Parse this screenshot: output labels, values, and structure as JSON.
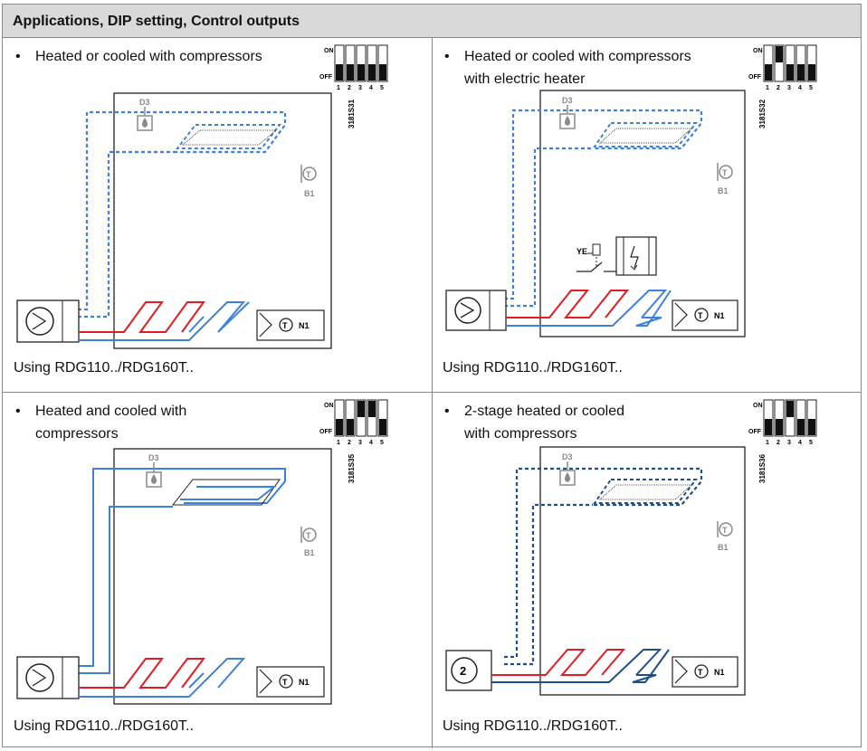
{
  "header": {
    "title": "Applications, DIP setting, Control outputs"
  },
  "dip": {
    "on_label": "ON",
    "off_label": "OFF",
    "numbers": [
      "1",
      "2",
      "3",
      "4",
      "5"
    ]
  },
  "cells": [
    {
      "bullet": "•",
      "lines": [
        "Heated or cooled with compressors"
      ],
      "caption": "Using RDG110../RDG160T..",
      "code": "3181S31",
      "dip_on": [
        false,
        false,
        false,
        false,
        false
      ],
      "room": {
        "d3": "D3",
        "b1": "B1",
        "n1": "N1"
      },
      "compressor": "single",
      "heater": false
    },
    {
      "bullet": "•",
      "lines": [
        "Heated or cooled with compressors",
        "with electric heater"
      ],
      "caption": "Using RDG110../RDG160T..",
      "code": "3181S32",
      "dip_on": [
        false,
        true,
        false,
        false,
        false
      ],
      "room": {
        "d3": "D3",
        "b1": "B1",
        "n1": "N1"
      },
      "heater_label": "YE",
      "compressor": "single",
      "heater": true
    },
    {
      "bullet": "•",
      "lines": [
        "Heated and cooled with",
        "compressors"
      ],
      "caption": "Using RDG110../RDG160T..",
      "code": "3181S35",
      "dip_on": [
        false,
        false,
        true,
        true,
        false
      ],
      "room": {
        "d3": "D3",
        "b1": "B1",
        "n1": "N1"
      },
      "compressor": "single",
      "heater": false
    },
    {
      "bullet": "•",
      "lines": [
        "2-stage heated or cooled",
        "with compressors"
      ],
      "caption": "Using RDG110../RDG160T..",
      "code": "3181S36",
      "dip_on": [
        false,
        false,
        true,
        false,
        false
      ],
      "room": {
        "d3": "D3",
        "b1": "B1",
        "n1": "N1"
      },
      "compressor_label": "2",
      "compressor": "two-stage",
      "heater": false
    }
  ],
  "colors": {
    "heat": "#e31c23",
    "cool": "#3b82e0",
    "dark_blue": "#1f4e8c",
    "gray": "#8a8a8a"
  }
}
